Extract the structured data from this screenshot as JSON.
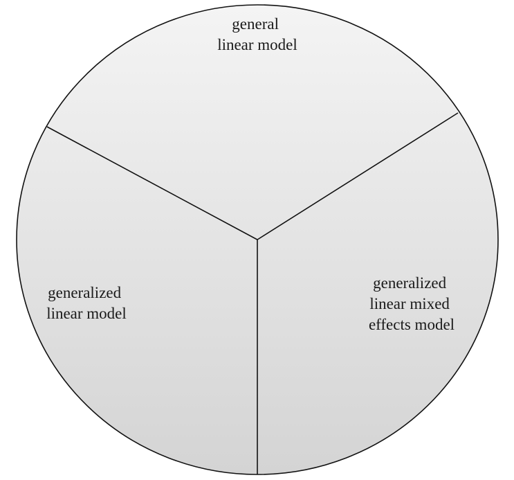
{
  "diagram": {
    "type": "three-segment circle",
    "segments": [
      {
        "id": "top",
        "lines": [
          "general",
          "linear model"
        ]
      },
      {
        "id": "left",
        "lines": [
          "generalized",
          "linear model"
        ]
      },
      {
        "id": "right",
        "lines": [
          "generalized",
          "linear mixed",
          "effects model"
        ]
      }
    ],
    "colors": {
      "fill_top": "#f4f4f4",
      "fill_bottom": "#d4d4d4",
      "stroke": "#111111"
    }
  }
}
